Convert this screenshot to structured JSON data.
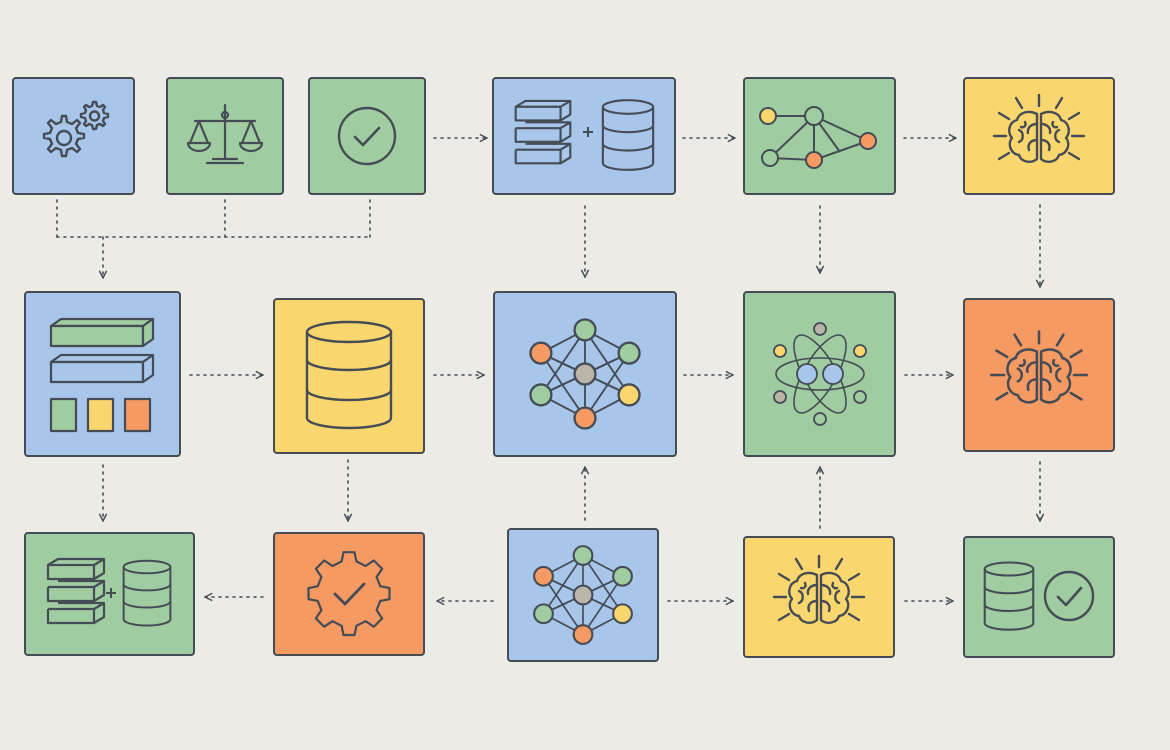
{
  "diagram": {
    "colors": {
      "background": "#ecebe5",
      "blue": "#a8c5ea",
      "green": "#9fcca0",
      "yellow": "#fad76e",
      "orange": "#f59a63",
      "stroke": "#454c55"
    },
    "nodes": [
      {
        "id": "gears",
        "color": "blue",
        "icon": "gears-icon"
      },
      {
        "id": "scales",
        "color": "green",
        "icon": "balance-scale-icon"
      },
      {
        "id": "check",
        "color": "green",
        "icon": "check-circle-icon"
      },
      {
        "id": "stack-db",
        "color": "blue",
        "icon": "stack-plus-database-icon"
      },
      {
        "id": "graph",
        "color": "green",
        "icon": "node-graph-icon"
      },
      {
        "id": "brain-1",
        "color": "yellow",
        "icon": "brain-icon"
      },
      {
        "id": "layout",
        "color": "blue",
        "icon": "layout-blocks-icon"
      },
      {
        "id": "database-1",
        "color": "yellow",
        "icon": "database-icon"
      },
      {
        "id": "network-1",
        "color": "blue",
        "icon": "neural-network-icon"
      },
      {
        "id": "atom-network",
        "color": "green",
        "icon": "atom-network-icon"
      },
      {
        "id": "brain-2",
        "color": "orange",
        "icon": "brain-icon"
      },
      {
        "id": "stack-db-2",
        "color": "green",
        "icon": "stack-plus-database-icon"
      },
      {
        "id": "gear-check",
        "color": "orange",
        "icon": "gear-check-icon"
      },
      {
        "id": "network-2",
        "color": "blue",
        "icon": "neural-network-icon"
      },
      {
        "id": "brain-3",
        "color": "yellow",
        "icon": "brain-icon"
      },
      {
        "id": "database-check",
        "color": "green",
        "icon": "database-check-icon"
      }
    ],
    "edges": [
      {
        "from": "gears",
        "to": "layout",
        "style": "dotted"
      },
      {
        "from": "scales",
        "to": "layout",
        "style": "dotted"
      },
      {
        "from": "check",
        "to": "layout",
        "style": "dotted"
      },
      {
        "from": "check",
        "to": "stack-db",
        "style": "dotted"
      },
      {
        "from": "stack-db",
        "to": "graph",
        "style": "dotted"
      },
      {
        "from": "graph",
        "to": "brain-1",
        "style": "dotted"
      },
      {
        "from": "stack-db",
        "to": "network-1",
        "style": "dotted"
      },
      {
        "from": "graph",
        "to": "atom-network",
        "style": "dotted"
      },
      {
        "from": "brain-1",
        "to": "brain-2",
        "style": "dotted"
      },
      {
        "from": "layout",
        "to": "database-1",
        "style": "dotted"
      },
      {
        "from": "database-1",
        "to": "network-1",
        "style": "dotted"
      },
      {
        "from": "network-1",
        "to": "atom-network",
        "style": "dotted"
      },
      {
        "from": "atom-network",
        "to": "brain-2",
        "style": "dotted"
      },
      {
        "from": "layout",
        "to": "stack-db-2",
        "style": "dotted"
      },
      {
        "from": "database-1",
        "to": "gear-check",
        "style": "dotted"
      },
      {
        "from": "brain-2",
        "to": "database-check",
        "style": "dotted"
      },
      {
        "from": "gear-check",
        "to": "stack-db-2",
        "style": "dotted"
      },
      {
        "from": "network-2",
        "to": "gear-check",
        "style": "dotted"
      },
      {
        "from": "network-2",
        "to": "network-1",
        "style": "dotted"
      },
      {
        "from": "network-2",
        "to": "brain-3",
        "style": "dotted"
      },
      {
        "from": "brain-3",
        "to": "atom-network",
        "style": "dotted"
      },
      {
        "from": "brain-3",
        "to": "database-check",
        "style": "dotted"
      }
    ]
  }
}
